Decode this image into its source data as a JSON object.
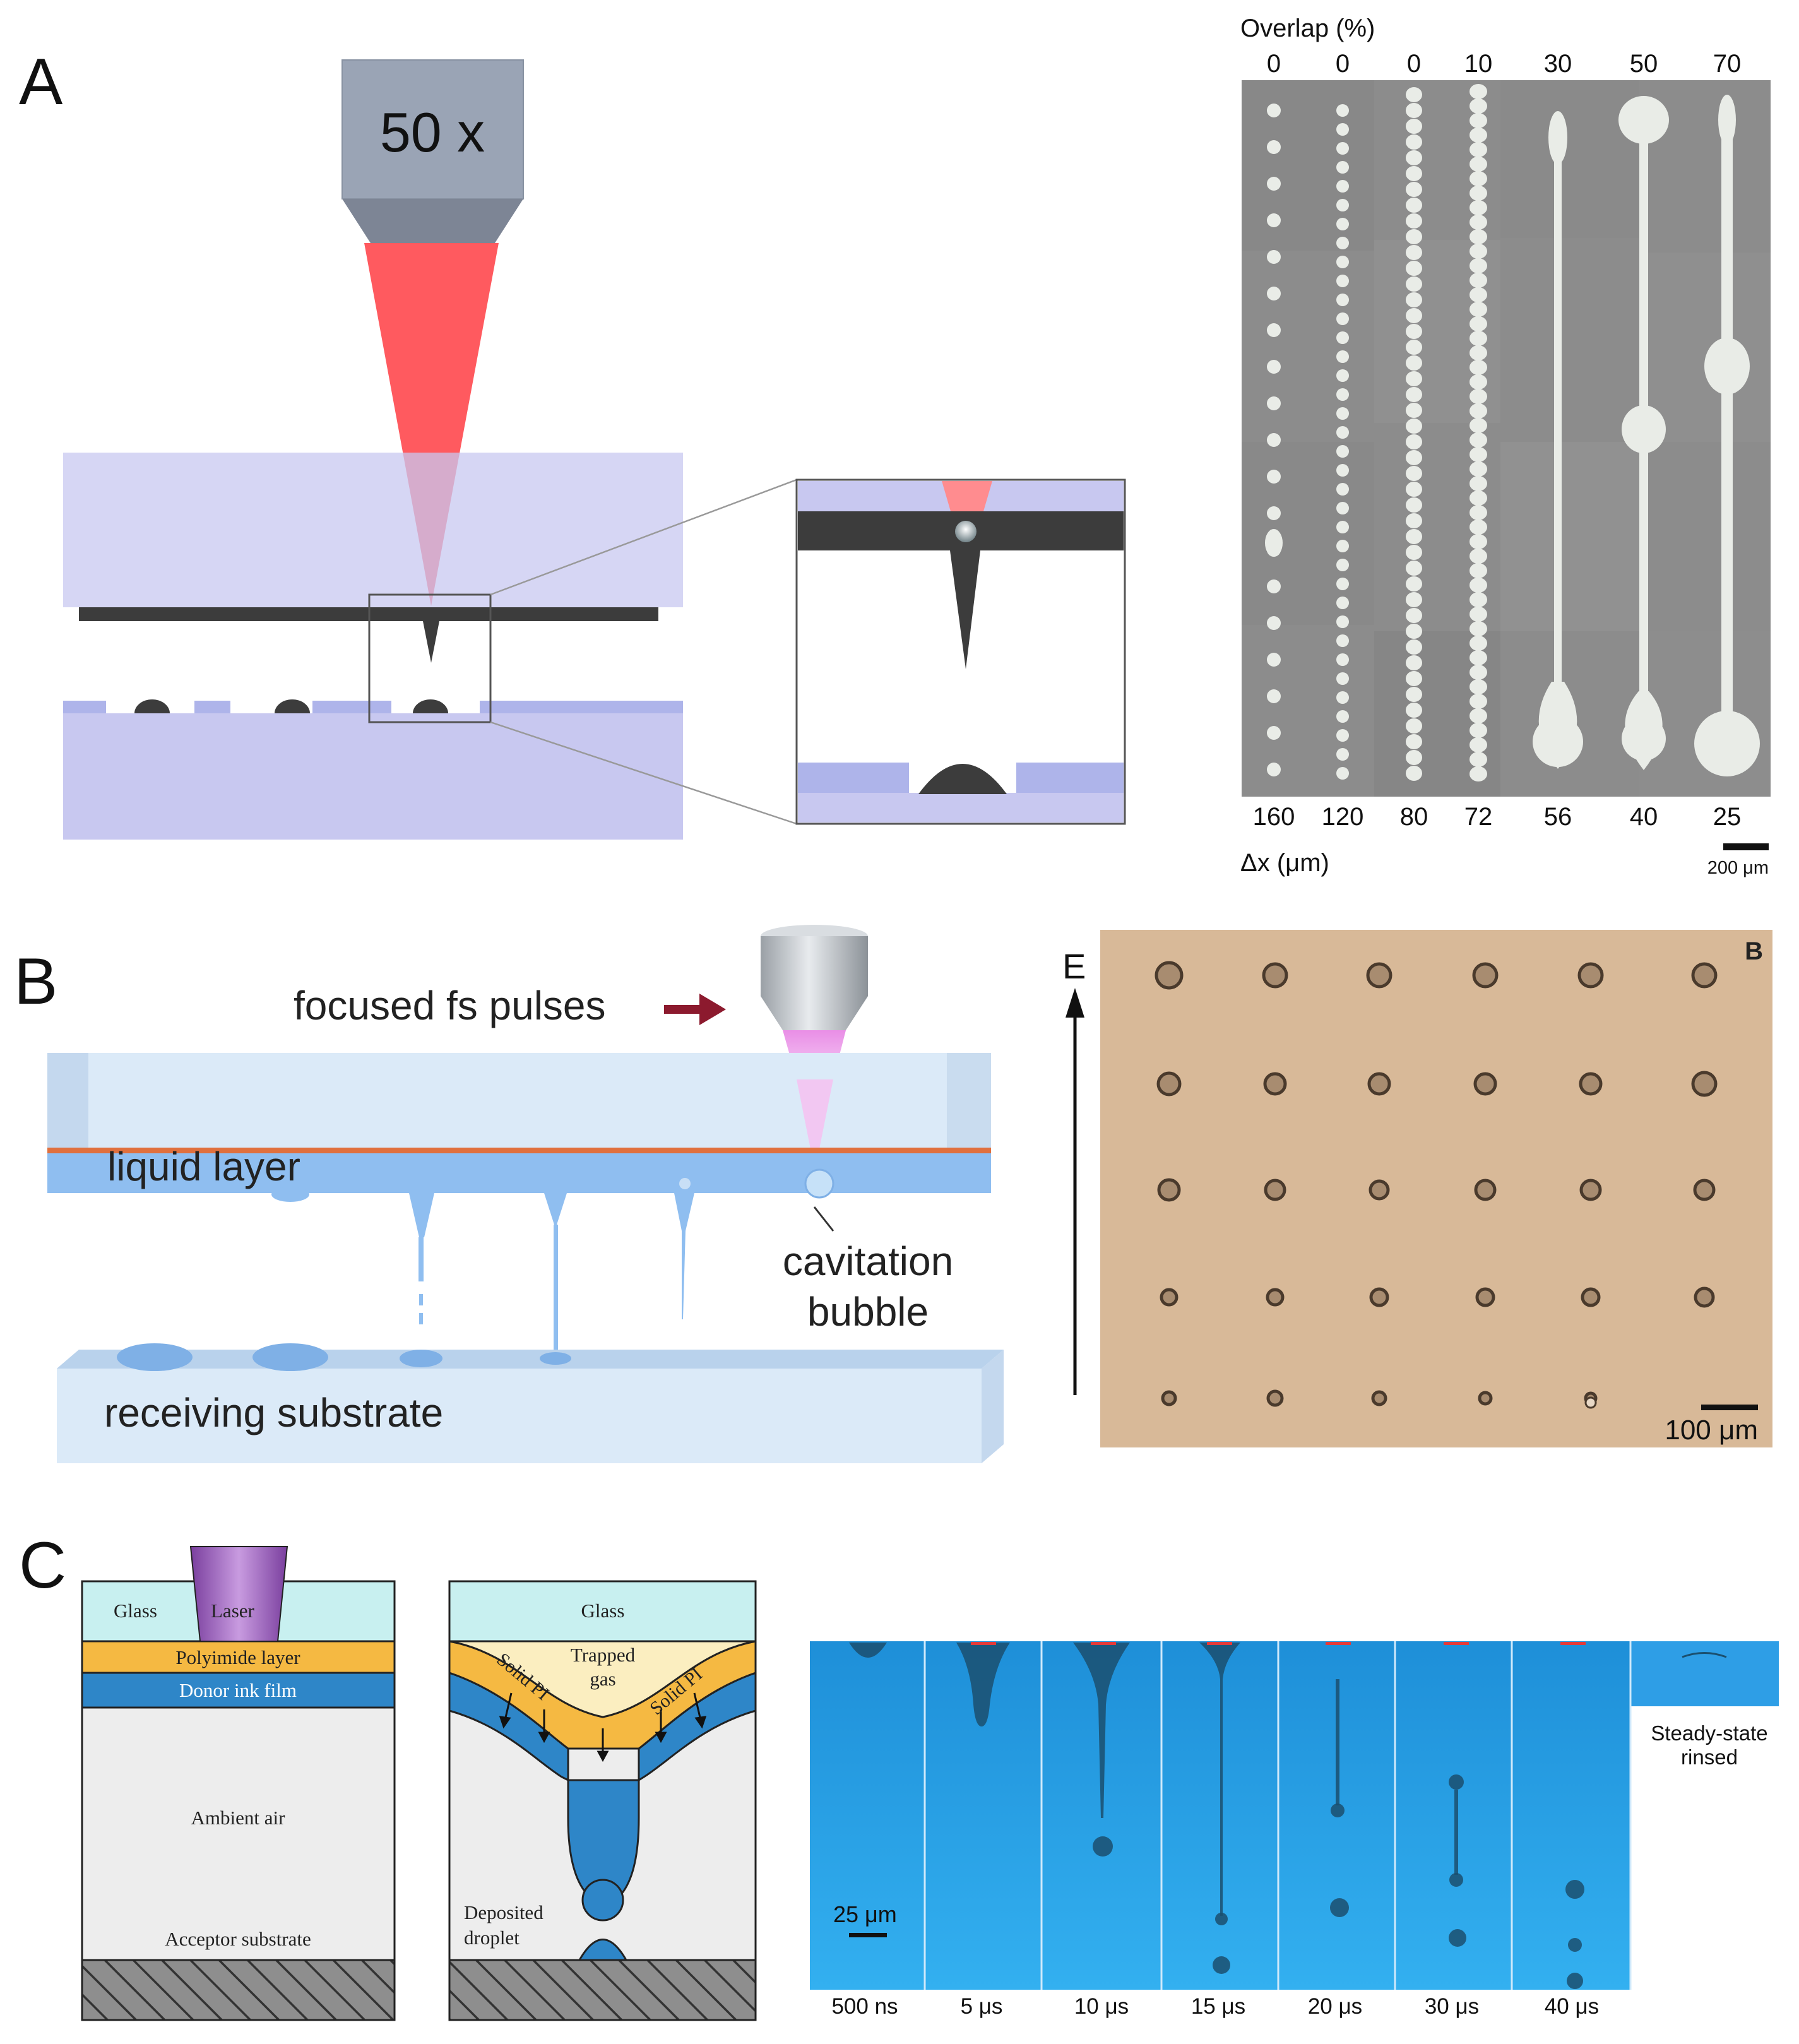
{
  "panel_labels": {
    "a": "A",
    "b": "B",
    "c": "C"
  },
  "panel_a": {
    "objective_label": "50 x",
    "sem": {
      "overlap_title": "Overlap (%)",
      "overlap_values": [
        "0",
        "0",
        "0",
        "10",
        "30",
        "50",
        "70"
      ],
      "dx_values": [
        "160",
        "120",
        "80",
        "72",
        "56",
        "40",
        "25"
      ],
      "dx_label": "Δx (μm)",
      "scale_bar": "200 μm"
    }
  },
  "panel_b": {
    "pulses_label": "focused fs pulses",
    "liquid_label": "liquid layer",
    "bubble_label_1": "cavitation",
    "bubble_label_2": "bubble",
    "substrate_label": "receiving substrate",
    "micro": {
      "axis_label": "E",
      "corner_label": "B",
      "scale_bar": "100 μm"
    }
  },
  "panel_c": {
    "diagram1": {
      "glass": "Glass",
      "laser": "Laser",
      "polyimide": "Polyimide layer",
      "donor": "Donor ink film",
      "ambient": "Ambient air",
      "acceptor": "Acceptor substrate"
    },
    "diagram2": {
      "glass": "Glass",
      "trapped_1": "Trapped",
      "trapped_2": "gas",
      "solid_pi": "Solid PI",
      "deposited_1": "Deposited",
      "deposited_2": "droplet"
    },
    "sequence": {
      "scale_bar": "25 μm",
      "times": [
        "500 ns",
        "5 μs",
        "10 μs",
        "15 μs",
        "20 μs",
        "30 μs",
        "40 μs"
      ],
      "steady_1": "Steady-state",
      "steady_2": "rinsed"
    }
  },
  "colors": {
    "glass": "#c8c8f0",
    "laser_red": "#ff5a5f",
    "blue_film": "#2e86c8",
    "polyimide": "#f5b942",
    "sem_bg": "#8a8a8a",
    "micro_bg": "#d8b998",
    "seq_bg": "#2aa3e6"
  }
}
